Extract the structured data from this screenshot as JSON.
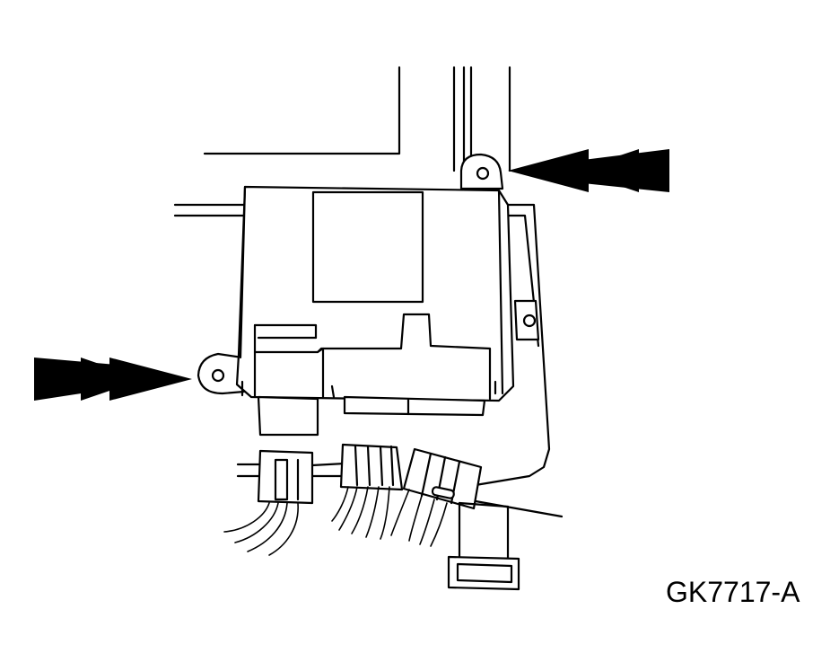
{
  "figure": {
    "label": "GK7717-A"
  },
  "colors": {
    "line": "#000000",
    "background": "#ffffff"
  },
  "callouts": [
    {
      "name": "upper-right-arrow",
      "icon": "double-arrow-left-icon"
    },
    {
      "name": "lower-left-arrow",
      "icon": "double-arrow-right-icon"
    }
  ]
}
